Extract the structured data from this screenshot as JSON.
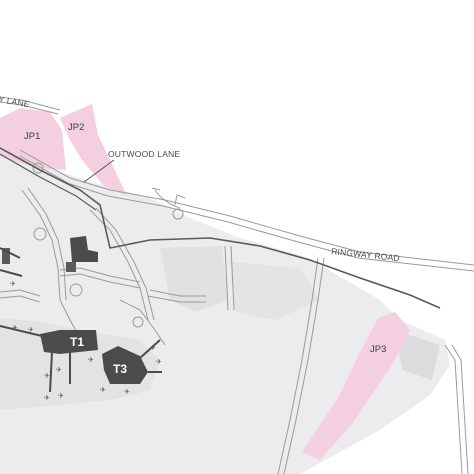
{
  "colors": {
    "background": "#ffffff",
    "airport_land": "#ececee",
    "land_mid": "#e1e1e3",
    "car_park_pink": "#f3cfe0",
    "road_outline": "#9a9a9a",
    "railway": "#5a5a5a",
    "terminal": "#4b4b4d",
    "label": "#4a4a4a"
  },
  "map": {
    "road_labels": {
      "lane_top_left": "Y LANE",
      "outwood_lane": "OUTWOOD LANE",
      "ringway_road": "RINGWAY ROAD"
    },
    "car_parks": {
      "jp1": "JP1",
      "jp2": "JP2",
      "jp3": "JP3"
    },
    "terminals": {
      "t1": "T1",
      "t3": "T3"
    },
    "icons": {
      "aircraft": "airplane-icon"
    }
  }
}
